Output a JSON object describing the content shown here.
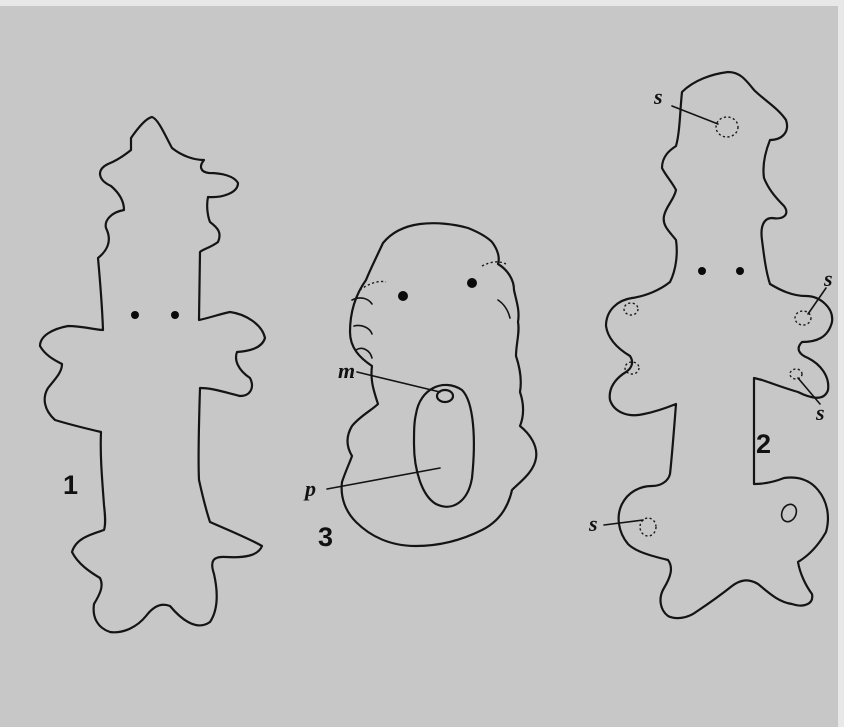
{
  "figures": [
    {
      "number": "1"
    },
    {
      "number": "2",
      "labels": [
        "s",
        "s",
        "s",
        "s"
      ]
    },
    {
      "number": "3",
      "labels": [
        "m",
        "p"
      ]
    }
  ]
}
